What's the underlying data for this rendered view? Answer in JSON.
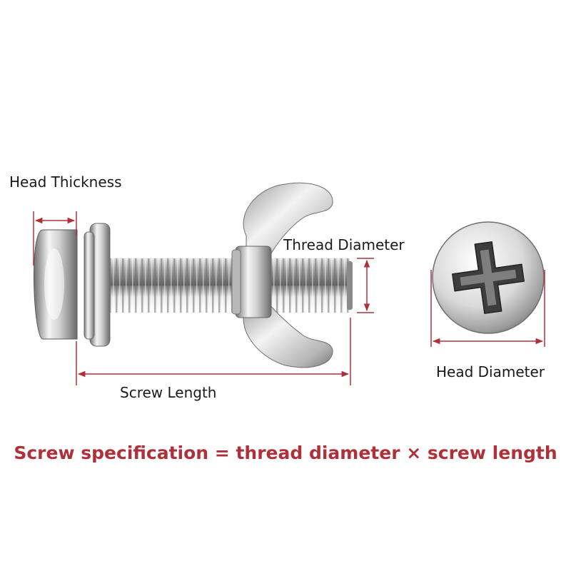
{
  "labels": {
    "head_thickness": "Head Thickness",
    "thread_diameter": "Thread Diameter",
    "screw_length": "Screw Length",
    "head_diameter": "Head Diameter"
  },
  "formula": "Screw specification = thread diameter × screw length",
  "colors": {
    "dimension_line": "#b0303a",
    "formula_text": "#b0303a",
    "metal_light": "#f2f2f2",
    "metal_dark": "#8a8a8a"
  },
  "icons": {
    "screw": "pan-head-screw-with-washer-icon",
    "nut": "wing-nut-icon",
    "head": "phillips-head-icon"
  }
}
